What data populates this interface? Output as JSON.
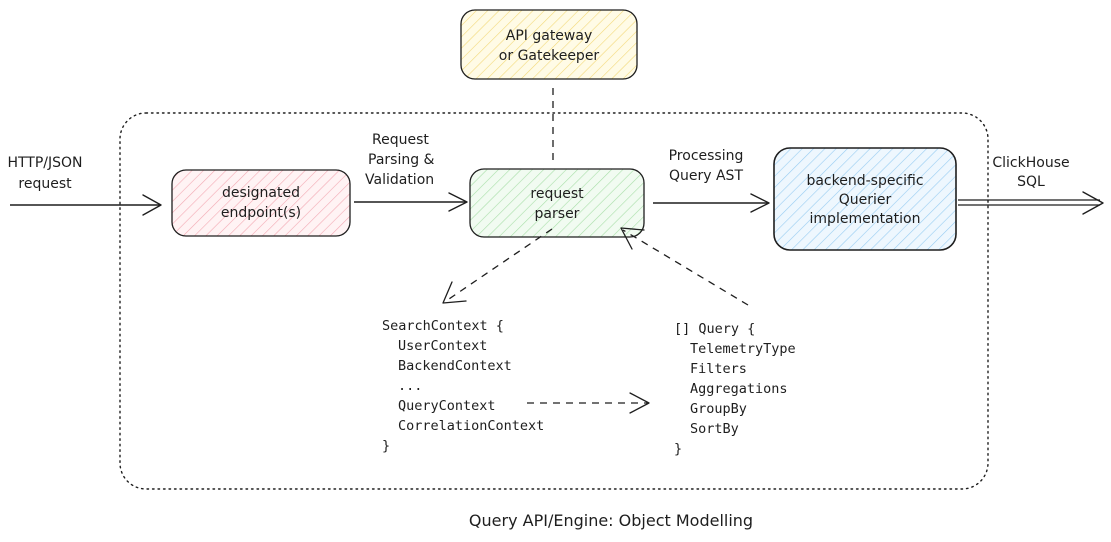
{
  "caption": "Query API/Engine: Object Modelling",
  "colors": {
    "stroke": "#1e1e1e",
    "gateway_fill": "#fff4c2",
    "endpoint_fill": "#ffe3e6",
    "parser_fill": "#dff5df",
    "querier_fill": "#d8ecfa"
  },
  "nodes": {
    "gateway": {
      "line1": "API gateway",
      "line2": "or Gatekeeper"
    },
    "endpoint": {
      "line1": "designated",
      "line2": "endpoint(s)"
    },
    "parser": {
      "line1": "request",
      "line2": "parser"
    },
    "querier": {
      "line1": "backend-specific",
      "line2": "Querier",
      "line3": "implementation"
    }
  },
  "edges": {
    "input": {
      "line1": "HTTP/JSON",
      "line2": "request"
    },
    "parsing": {
      "line1": "Request",
      "line2": "Parsing &",
      "line3": "Validation"
    },
    "processing": {
      "line1": "Processing",
      "line2": "Query AST"
    },
    "output": {
      "line1": "ClickHouse",
      "line2": "SQL"
    }
  },
  "search_context": {
    "header": "SearchContext {",
    "fields": [
      "UserContext",
      "BackendContext",
      "...",
      "QueryContext",
      "CorrelationContext"
    ],
    "closing": "}"
  },
  "query": {
    "header": "[] Query {",
    "fields": [
      "TelemetryType",
      "Filters",
      "Aggregations",
      "GroupBy",
      "SortBy"
    ],
    "closing": "}"
  }
}
